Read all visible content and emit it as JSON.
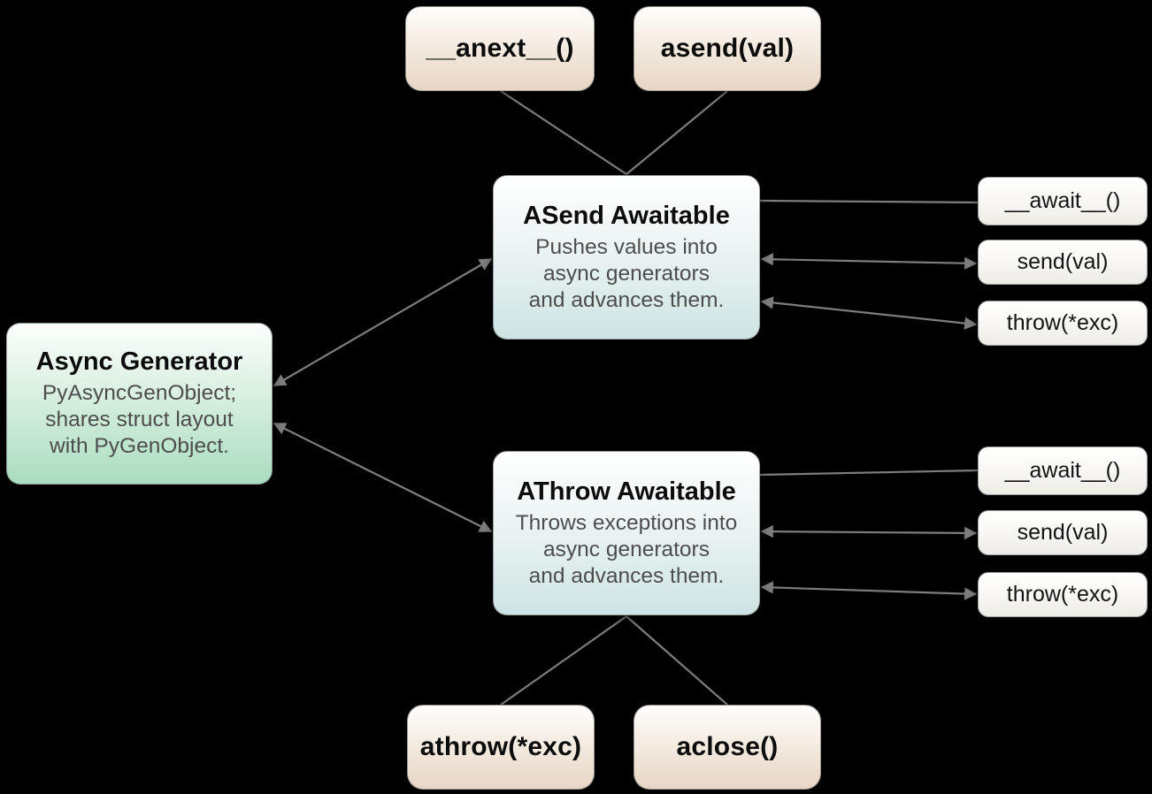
{
  "diagram": {
    "background": "#000000",
    "colors": {
      "line": "#7d7d7d",
      "method_box_bottom": "#e8d5c4",
      "awaitable_box_bottom": "#cde4e3",
      "generator_box_bottom": "#aaddbf",
      "protocol_box_bottom": "#edebe5",
      "title_text": "#0c0c0c",
      "desc_text": "#4d4d4d"
    },
    "nodes": {
      "anext": {
        "label": "__anext__()"
      },
      "asend": {
        "label": "asend(val)"
      },
      "asend_awaitable": {
        "title": "ASend Awaitable",
        "desc_lines": [
          "Pushes values into",
          "async generators",
          "and advances them."
        ]
      },
      "async_generator": {
        "title": "Async Generator",
        "desc_lines": [
          "PyAsyncGenObject;",
          "shares struct layout",
          "with PyGenObject."
        ]
      },
      "athrow_awaitable": {
        "title": "AThrow Awaitable",
        "desc_lines": [
          "Throws exceptions into",
          "async generators",
          "and advances them."
        ]
      },
      "athrow": {
        "label": "athrow(*exc)"
      },
      "aclose": {
        "label": "aclose()"
      },
      "await1": {
        "label": "__await__()"
      },
      "send1": {
        "label": "send(val)"
      },
      "throw1": {
        "label": "throw(*exc)"
      },
      "await2": {
        "label": "__await__()"
      },
      "send2": {
        "label": "send(val)"
      },
      "throw2": {
        "label": "throw(*exc)"
      }
    },
    "edges": [
      {
        "from": "anext",
        "to": "asend_awaitable",
        "arrows": "none"
      },
      {
        "from": "asend",
        "to": "asend_awaitable",
        "arrows": "none"
      },
      {
        "from": "async_generator",
        "to": "asend_awaitable",
        "arrows": "both"
      },
      {
        "from": "async_generator",
        "to": "athrow_awaitable",
        "arrows": "both"
      },
      {
        "from": "asend_awaitable",
        "to": "await1",
        "arrows": "none"
      },
      {
        "from": "asend_awaitable",
        "to": "send1",
        "arrows": "both"
      },
      {
        "from": "asend_awaitable",
        "to": "throw1",
        "arrows": "both"
      },
      {
        "from": "athrow_awaitable",
        "to": "await2",
        "arrows": "none"
      },
      {
        "from": "athrow_awaitable",
        "to": "send2",
        "arrows": "both"
      },
      {
        "from": "athrow_awaitable",
        "to": "throw2",
        "arrows": "both"
      },
      {
        "from": "athrow_awaitable",
        "to": "athrow",
        "arrows": "none"
      },
      {
        "from": "athrow_awaitable",
        "to": "aclose",
        "arrows": "none"
      }
    ]
  }
}
